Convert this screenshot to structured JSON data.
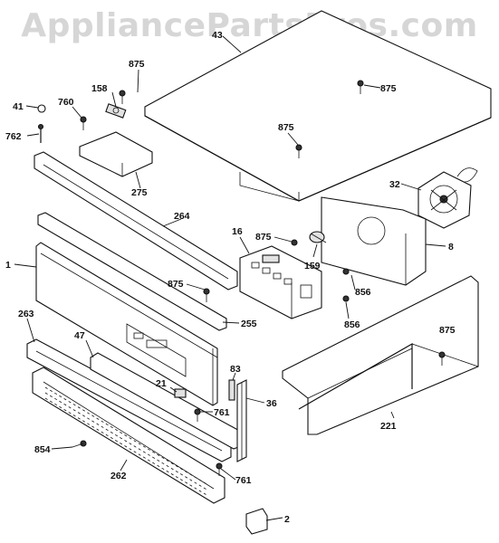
{
  "watermark": "AppliancePartsPros.com",
  "callouts": {
    "c43": "43",
    "c875a": "875",
    "c875b": "875",
    "c875c": "875",
    "c875d": "875",
    "c875e": "875",
    "c875f": "875",
    "c158": "158",
    "c760": "760",
    "c41": "41",
    "c762": "762",
    "c275": "275",
    "c32": "32",
    "c8": "8",
    "c264": "264",
    "c16": "16",
    "c159": "159",
    "c1": "1",
    "c856a": "856",
    "c856b": "856",
    "c255": "255",
    "c263": "263",
    "c47": "47",
    "c83": "83",
    "c21": "21",
    "c36": "36",
    "c761a": "761",
    "c761b": "761",
    "c221": "221",
    "c854": "854",
    "c262": "262",
    "c2": "2"
  }
}
